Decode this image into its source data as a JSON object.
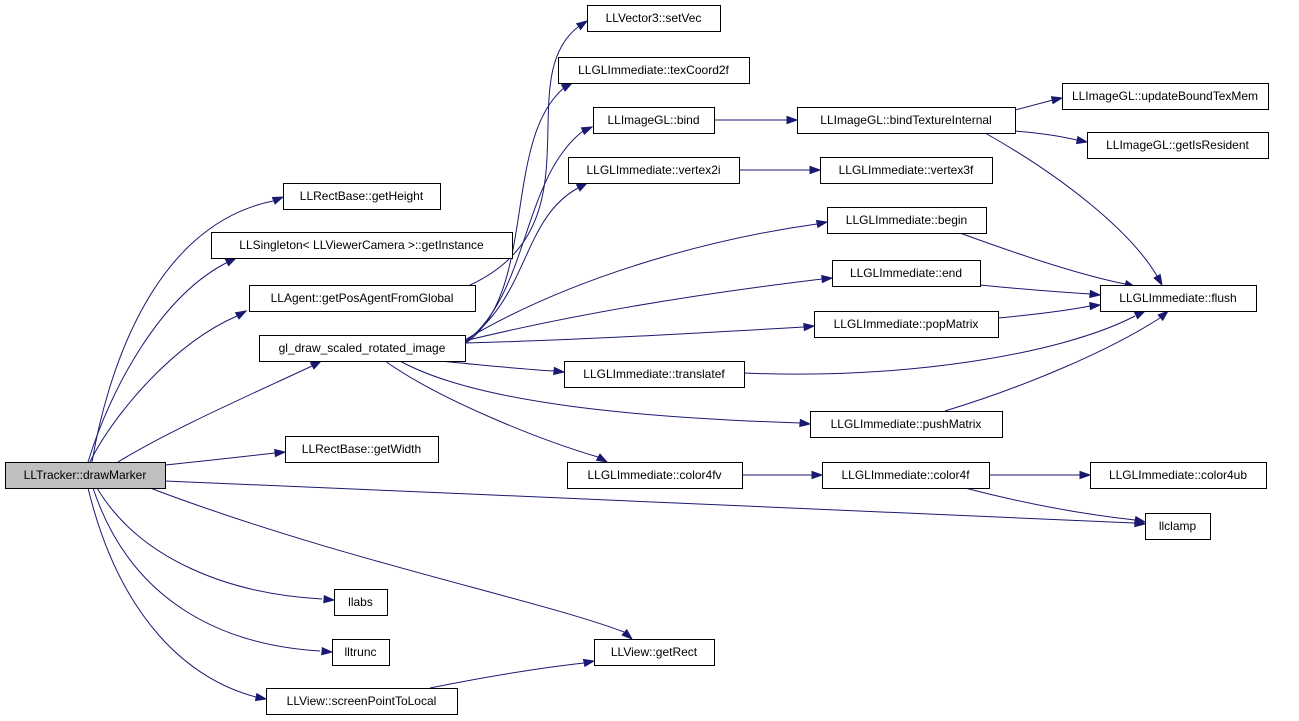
{
  "graph": {
    "root": "drawMarker",
    "nodes": [
      {
        "id": "drawMarker",
        "label": "LLTracker::drawMarker"
      },
      {
        "id": "getHeight",
        "label": "LLRectBase::getHeight"
      },
      {
        "id": "getInstance",
        "label": "LLSingleton< LLViewerCamera >::getInstance"
      },
      {
        "id": "getPosAgent",
        "label": "LLAgent::getPosAgentFromGlobal"
      },
      {
        "id": "glDraw",
        "label": "gl_draw_scaled_rotated_image"
      },
      {
        "id": "getWidth",
        "label": "LLRectBase::getWidth"
      },
      {
        "id": "llabs",
        "label": "llabs"
      },
      {
        "id": "lltrunc",
        "label": "lltrunc"
      },
      {
        "id": "screenPoint",
        "label": "LLView::screenPointToLocal"
      },
      {
        "id": "getRect",
        "label": "LLView::getRect"
      },
      {
        "id": "setVec",
        "label": "LLVector3::setVec"
      },
      {
        "id": "texCoord2f",
        "label": "LLGLImmediate::texCoord2f"
      },
      {
        "id": "bind",
        "label": "LLImageGL::bind"
      },
      {
        "id": "vertex2i",
        "label": "LLGLImmediate::vertex2i"
      },
      {
        "id": "translatef",
        "label": "LLGLImmediate::translatef"
      },
      {
        "id": "color4fv",
        "label": "LLGLImmediate::color4fv"
      },
      {
        "id": "bindTex",
        "label": "LLImageGL::bindTextureInternal"
      },
      {
        "id": "vertex3f",
        "label": "LLGLImmediate::vertex3f"
      },
      {
        "id": "begin",
        "label": "LLGLImmediate::begin"
      },
      {
        "id": "end",
        "label": "LLGLImmediate::end"
      },
      {
        "id": "popMatrix",
        "label": "LLGLImmediate::popMatrix"
      },
      {
        "id": "pushMatrix",
        "label": "LLGLImmediate::pushMatrix"
      },
      {
        "id": "color4f",
        "label": "LLGLImmediate::color4f"
      },
      {
        "id": "updateBound",
        "label": "LLImageGL::updateBoundTexMem"
      },
      {
        "id": "getIsResident",
        "label": "LLImageGL::getIsResident"
      },
      {
        "id": "flush",
        "label": "LLGLImmediate::flush"
      },
      {
        "id": "color4ub",
        "label": "LLGLImmediate::color4ub"
      },
      {
        "id": "llclamp",
        "label": "llclamp"
      }
    ],
    "edges": [
      [
        "drawMarker",
        "getHeight"
      ],
      [
        "drawMarker",
        "getInstance"
      ],
      [
        "drawMarker",
        "getPosAgent"
      ],
      [
        "drawMarker",
        "glDraw"
      ],
      [
        "drawMarker",
        "getWidth"
      ],
      [
        "drawMarker",
        "llclamp"
      ],
      [
        "drawMarker",
        "llabs"
      ],
      [
        "drawMarker",
        "lltrunc"
      ],
      [
        "drawMarker",
        "getRect"
      ],
      [
        "drawMarker",
        "screenPoint"
      ],
      [
        "screenPoint",
        "getRect"
      ],
      [
        "getPosAgent",
        "setVec"
      ],
      [
        "glDraw",
        "texCoord2f"
      ],
      [
        "glDraw",
        "bind"
      ],
      [
        "glDraw",
        "vertex2i"
      ],
      [
        "glDraw",
        "begin"
      ],
      [
        "glDraw",
        "end"
      ],
      [
        "glDraw",
        "popMatrix"
      ],
      [
        "glDraw",
        "translatef"
      ],
      [
        "glDraw",
        "pushMatrix"
      ],
      [
        "glDraw",
        "color4fv"
      ],
      [
        "bind",
        "bindTex"
      ],
      [
        "bindTex",
        "updateBound"
      ],
      [
        "bindTex",
        "getIsResident"
      ],
      [
        "bindTex",
        "flush"
      ],
      [
        "vertex2i",
        "vertex3f"
      ],
      [
        "begin",
        "flush"
      ],
      [
        "end",
        "flush"
      ],
      [
        "popMatrix",
        "flush"
      ],
      [
        "translatef",
        "flush"
      ],
      [
        "pushMatrix",
        "flush"
      ],
      [
        "color4fv",
        "color4f"
      ],
      [
        "color4f",
        "color4ub"
      ],
      [
        "color4f",
        "llclamp"
      ]
    ]
  },
  "colors": {
    "edge": "#191970",
    "node_border": "#000000",
    "root_fill": "#bfbfbf",
    "node_fill": "#ffffff"
  }
}
